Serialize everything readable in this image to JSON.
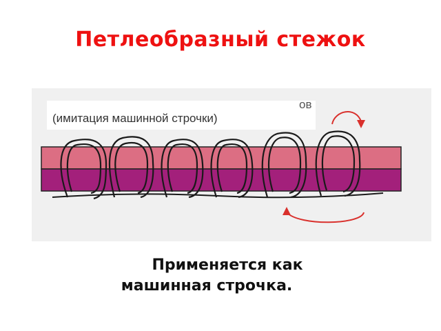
{
  "slide": {
    "title": "Петлеобразный стежок",
    "description_line1": "Применяется как",
    "description_line2": "машинная строчка."
  },
  "figure": {
    "caption_fragment": "ов",
    "caption": "(имитация машинной строчки)",
    "colors": {
      "panel": "#f0f0f0",
      "fabric_top": "#dc6e83",
      "fabric_bottom": "#a3207b",
      "thread": "#1a1a1a",
      "arrow": "#d9302c"
    },
    "icons": [
      "arrow-clockwise-icon",
      "arrow-return-icon"
    ]
  }
}
